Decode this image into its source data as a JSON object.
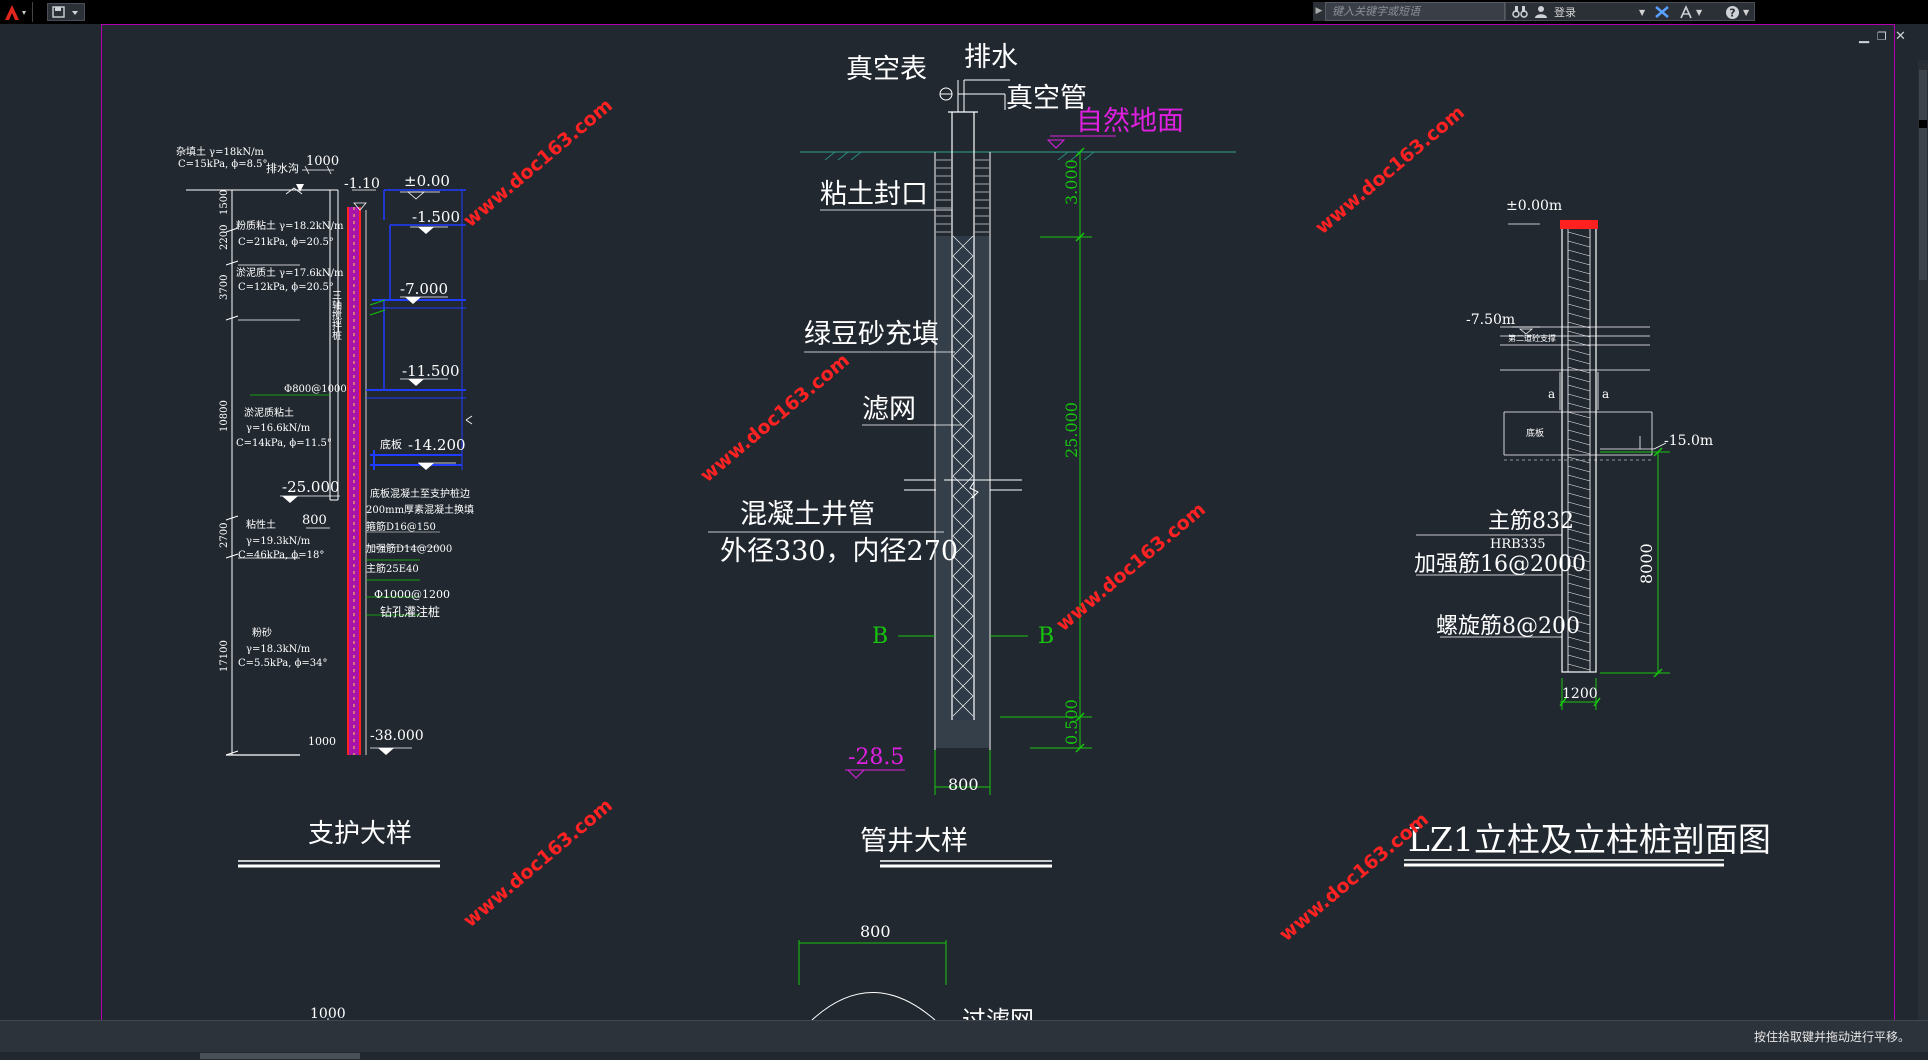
{
  "topbar": {
    "search_placeholder": "键入关键字或短语",
    "login_label": "登录"
  },
  "status": {
    "hint": "按住拾取键并拖动进行平移。"
  },
  "watermark": "www.doc163.com",
  "colors": {
    "background": "#212830",
    "cad_white": "#ffffff",
    "cad_green": "#16c60c",
    "cad_magenta": "#e020e0",
    "cad_blue": "#1f3cff",
    "cad_red": "#ff2020",
    "watermark": "#ff2222"
  },
  "drawing": {
    "support": {
      "title": "支护大样",
      "elev_0": "±0.00",
      "elev_110": "-1.10",
      "elev_1500": "-1.500",
      "elev_7000": "-7.000",
      "elev_11500": "-11.500",
      "elev_14200": "-14.200",
      "elev_25000": "-25.000",
      "elev_38000": "-38.000",
      "dim_1000": "1000",
      "dim_800": "800",
      "dim_1000_bottom": "1000",
      "layer1_a": "杂填土 γ=18kN/m",
      "layer1_b": "C=15kPa, ϕ=8.5°",
      "layer2_a": "粉质粘土 γ=18.2kN/m",
      "layer2_b": "C=21kPa, ϕ=20.5°",
      "layer3_a": "淤泥质土 γ=17.6kN/m",
      "layer3_b": "C=12kPa, ϕ=20.5°",
      "layer4_a": "淤泥质粘土",
      "layer4_b": "γ=16.6kN/m",
      "layer4_c": "C=14kPa, ϕ=11.5°",
      "layer5_a": "粘性土",
      "layer5_b": "γ=19.3kN/m",
      "layer5_c": "C=46kPa, ϕ=18°",
      "layer6_a": "粉砂",
      "layer6_b": "γ=18.3kN/m",
      "layer6_c": "C=5.5kPa, ϕ=34°",
      "depth_1": "1500",
      "depth_2": "2200",
      "depth_3": "3700",
      "depth_4": "10800",
      "depth_5": "2700",
      "depth_6": "17100",
      "drain_label": "排水沟",
      "pile_spacing": "Φ800@1000",
      "floor_label": "底板",
      "note_1": "底板混凝土至支护桩边",
      "note_2": "200mm厚素混凝土换填",
      "note_3": "箍筋D16@150",
      "note_4": "加强筋D14@2000",
      "note_5": "主筋25E40",
      "note_6": "Φ1000@1200",
      "note_7": "钻孔灌注桩",
      "pile_vertical": "三轴搅拌桩"
    },
    "well": {
      "title": "管井大样",
      "vacuum_gauge": "真空表",
      "drain": "排水",
      "vacuum_pipe": "真空管",
      "ground": "自然地面",
      "clay_seal": "粘土封口",
      "sand_fill": "绿豆砂充填",
      "filter_mesh": "滤网",
      "concrete_pipe": "混凝土井管",
      "pipe_diameter": "外径330，内径270",
      "dim_3000": "3.000",
      "dim_25000": "25.000",
      "dim_0500": "0.500",
      "dim_800": "800",
      "section_b": "B",
      "elev_285": "-28.5",
      "dim_800_bottom": "800",
      "filter_net_cut": "过滤网"
    },
    "column": {
      "title": "LZ1立柱及立柱桩剖面图",
      "elev_0": "±0.00m",
      "elev_750": "-7.50m",
      "elev_150": "-15.0m",
      "support_label": "第二道砼支撑",
      "floor_label": "底板",
      "main_bar": "主筋832",
      "bar_grade": "HRB335",
      "stiffener": "加强筋16@2000",
      "spiral": "螺旋筋8@200",
      "dim_8000": "8000",
      "dim_1200": "1200",
      "mark_a": "a"
    }
  }
}
